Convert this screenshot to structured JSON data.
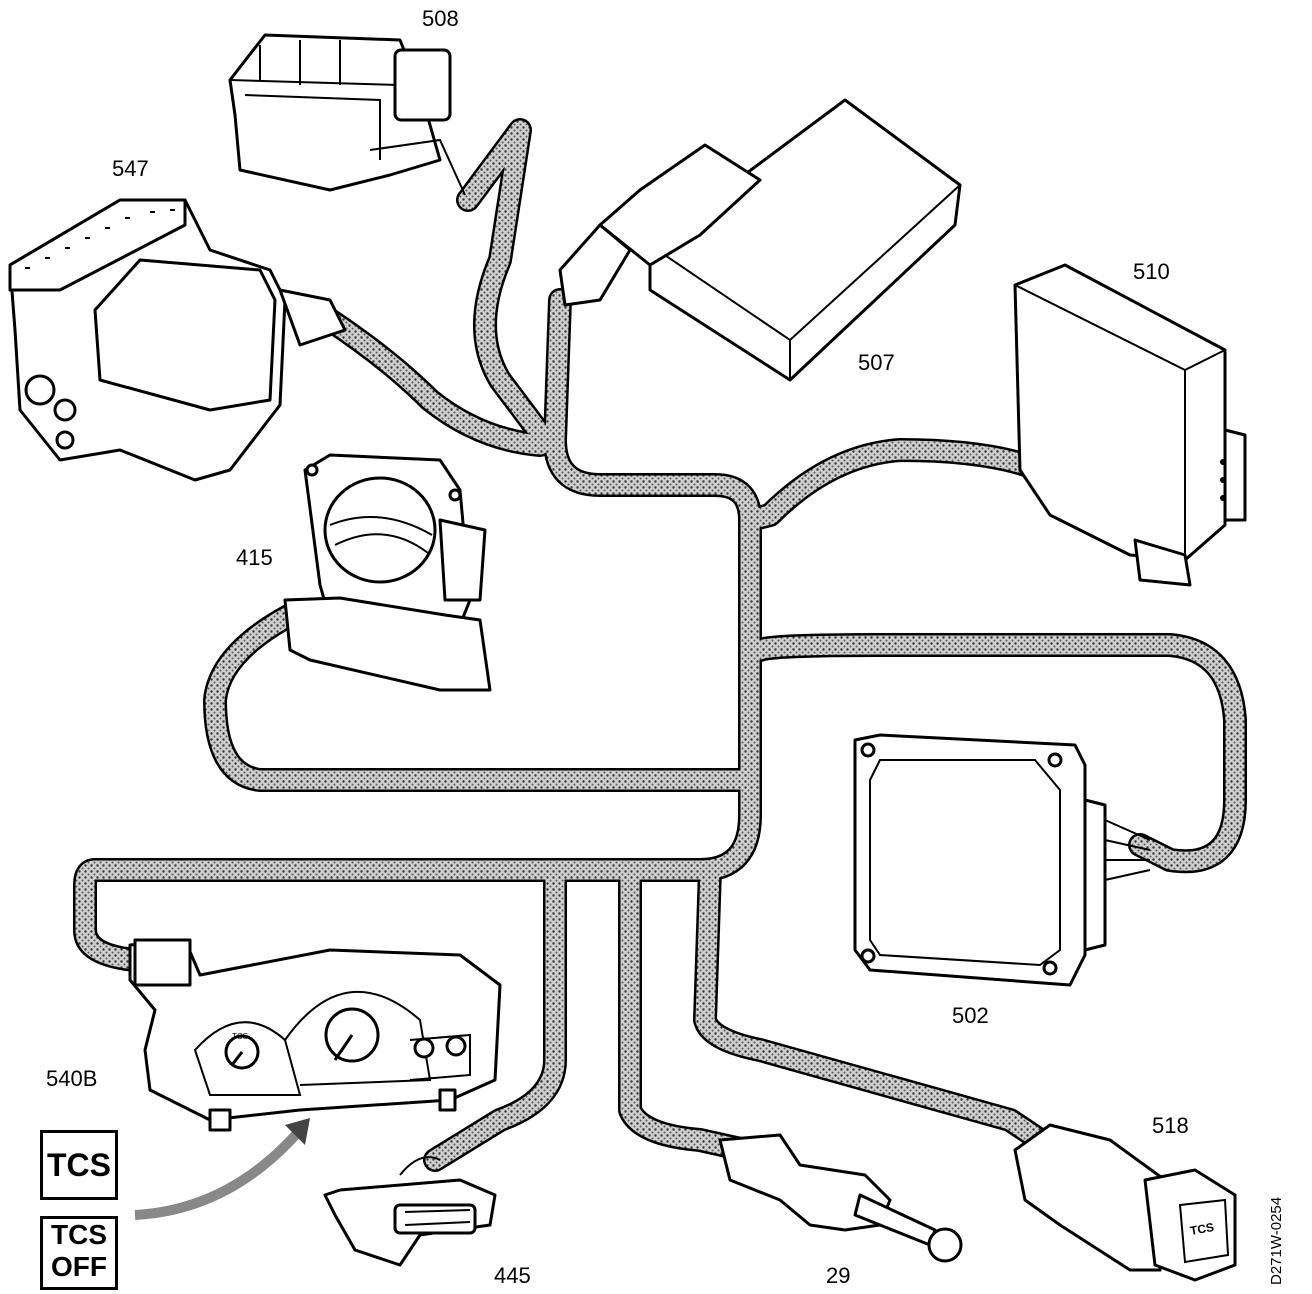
{
  "components": [
    {
      "id": "508",
      "label": "508"
    },
    {
      "id": "547",
      "label": "547"
    },
    {
      "id": "507",
      "label": "507"
    },
    {
      "id": "510",
      "label": "510"
    },
    {
      "id": "415",
      "label": "415"
    },
    {
      "id": "502",
      "label": "502"
    },
    {
      "id": "540B",
      "label": "540B"
    },
    {
      "id": "518",
      "label": "518"
    },
    {
      "id": "445",
      "label": "445"
    },
    {
      "id": "29",
      "label": "29"
    }
  ],
  "warning_lamps": {
    "tcs": "TCS",
    "tcs_off_line1": "TCS",
    "tcs_off_line2": "OFF"
  },
  "switch_legend": "TCS",
  "gauge_legend": "TCS",
  "figure_ref": "D271W-0254"
}
